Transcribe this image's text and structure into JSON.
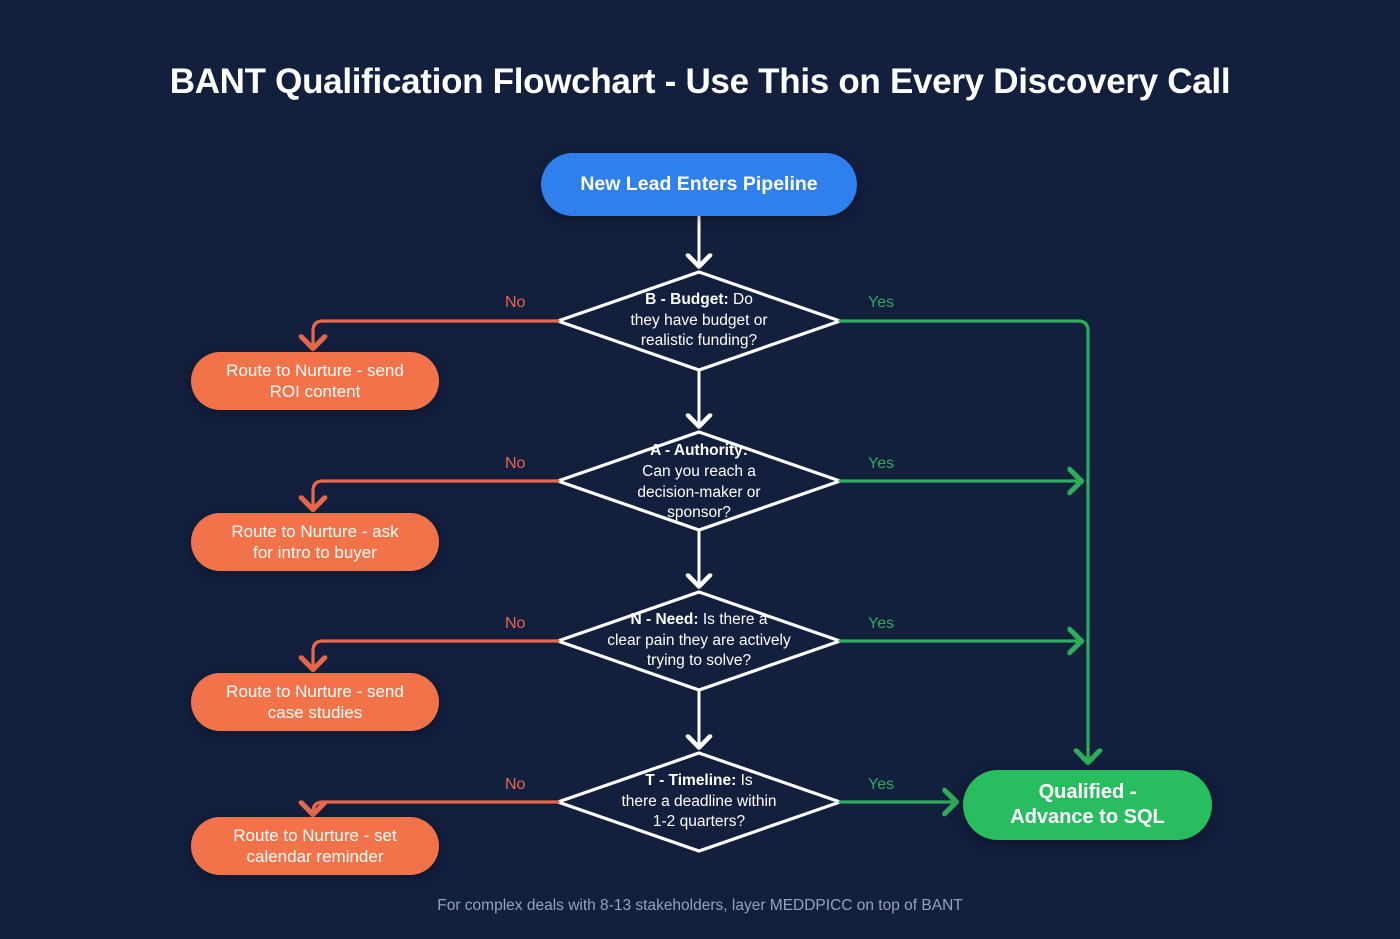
{
  "title": "BANT Qualification Flowchart - Use This on Every Discovery Call",
  "footer": "For complex deals with 8-13 stakeholders, layer MEDDPICC on top of BANT",
  "colors": {
    "background": "#121f3d",
    "start": "#2f7fed",
    "nurture": "#f2734a",
    "success": "#28bd5f",
    "decision_stroke": "#ffffff",
    "no_edge": "#e8674a",
    "yes_edge": "#2eac5c",
    "title_text": "#ffffff",
    "footer_text": "#93a3bf"
  },
  "start_node": {
    "label": "New Lead Enters Pipeline",
    "shape": "rounded-pill",
    "color": "#2f7fed"
  },
  "success_node": {
    "line1": "Qualified -",
    "line2": "Advance to SQL",
    "shape": "rounded-pill",
    "color": "#28bd5f"
  },
  "decisions": [
    {
      "key": "budget",
      "lead": "B - Budget:",
      "lines": [
        " Do",
        "they have budget or",
        "realistic funding?"
      ],
      "no_label": "No",
      "yes_label": "Yes",
      "no_target": "Route to Nurture - send ROI content",
      "yes_target": "Qualified - Advance to SQL"
    },
    {
      "key": "authority",
      "lead": "A - Authority:",
      "lines": [
        "Can you reach a",
        "decision-maker or",
        "sponsor?"
      ],
      "no_label": "No",
      "yes_label": "Yes",
      "no_target": "Route to Nurture - ask for intro to buyer",
      "yes_target": "Qualified - Advance to SQL"
    },
    {
      "key": "need",
      "lead": "N - Need:",
      "lines": [
        " Is there a",
        "clear pain they are actively",
        "trying to solve?"
      ],
      "no_label": "No",
      "yes_label": "Yes",
      "no_target": "Route to Nurture - send case studies",
      "yes_target": "Qualified - Advance to SQL"
    },
    {
      "key": "timeline",
      "lead": "T - Timeline:",
      "lines": [
        " Is",
        "there a deadline within",
        "1-2 quarters?"
      ],
      "no_label": "No",
      "yes_label": "Yes",
      "no_target": "Route to Nurture - set calendar reminder",
      "yes_target": "Qualified - Advance to SQL"
    }
  ],
  "nurture_nodes": [
    {
      "key": "roi",
      "line1": "Route to Nurture - send",
      "line2": "ROI content"
    },
    {
      "key": "intro",
      "line1": "Route to Nurture - ask",
      "line2": "for intro to buyer"
    },
    {
      "key": "cases",
      "line1": "Route to Nurture - send",
      "line2": "case studies"
    },
    {
      "key": "calendar",
      "line1": "Route to Nurture - set",
      "line2": "calendar reminder"
    }
  ],
  "diamond_labels": {
    "budget_lead": "B - Budget:",
    "budget_l1": " Do",
    "budget_l2": "they have budget or",
    "budget_l3": "realistic funding?",
    "authority_lead": "A - Authority:",
    "authority_l1": "Can you reach a",
    "authority_l2": "decision-maker or",
    "authority_l3": "sponsor?",
    "need_lead": "N - Need:",
    "need_l1": " Is there a",
    "need_l2": "clear pain they are actively",
    "need_l3": "trying to solve?",
    "timeline_lead": "T - Timeline:",
    "timeline_l1": " Is",
    "timeline_l2": "there a deadline within",
    "timeline_l3": "1-2 quarters?"
  },
  "edge_labels": {
    "no_1": "No",
    "yes_1": "Yes",
    "no_2": "No",
    "yes_2": "Yes",
    "no_3": "No",
    "yes_3": "Yes",
    "no_4": "No",
    "yes_4": "Yes"
  }
}
